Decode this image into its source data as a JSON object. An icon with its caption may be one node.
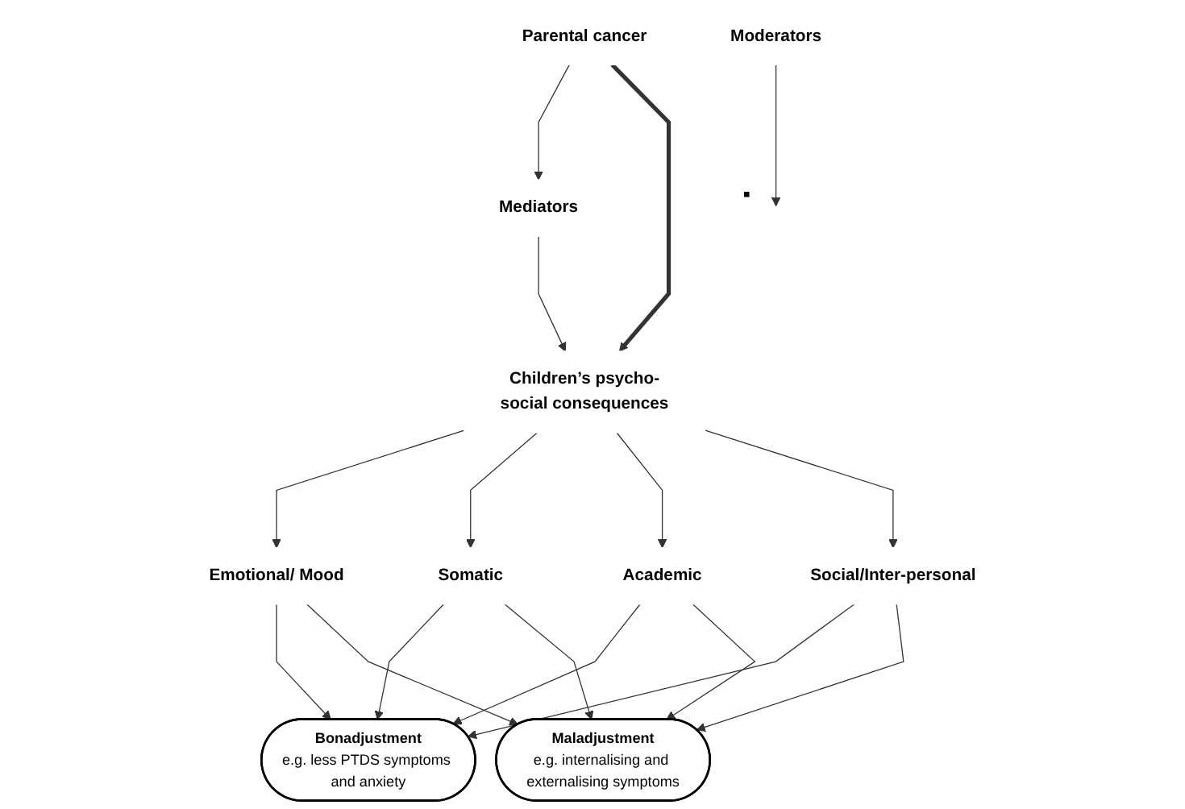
{
  "diagram": {
    "nodes": [
      {
        "text": [
          "Mediators"
        ]
      },
      {
        "text": [
          "Parental cancer"
        ]
      },
      {
        "text": [
          "Children’s psycho-social consequences"
        ]
      },
      {
        "text": [
          "Moderators"
        ]
      },
      {
        "text": [
          "Emotional/ Mood"
        ]
      },
      {
        "text": [
          "Somatic"
        ]
      },
      {
        "text": [
          "Academic"
        ]
      },
      {
        "text": [
          "Social/Inter-personal"
        ]
      },
      {
        "text": [
          "Bonadjustment",
          "e.g. less PTDS symptoms and anxiety"
        ]
      },
      {
        "text": [
          "Maladjustment",
          "e.g. internalising and externalising symptoms"
        ]
      }
    ],
    "edges": [
      {
        "from": 1,
        "to": 0,
        "arrow": "to"
      },
      {
        "from": 0,
        "to": 2,
        "arrow": "to"
      },
      {
        "from": 1,
        "to": 2,
        "arrow": "to",
        "style": "thick"
      },
      {
        "from": 3,
        "to": null,
        "arrow": "to"
      },
      {
        "from": 2,
        "to": 4,
        "arrow": "to"
      },
      {
        "from": 2,
        "to": 5,
        "arrow": "to"
      },
      {
        "from": 2,
        "to": 6,
        "arrow": "to"
      },
      {
        "from": 2,
        "to": 7,
        "arrow": "to"
      },
      {
        "from": 4,
        "to": 8,
        "arrow": "to"
      },
      {
        "from": 4,
        "to": 9,
        "arrow": "to"
      },
      {
        "from": 5,
        "to": 8,
        "arrow": "to"
      },
      {
        "from": 5,
        "to": 9,
        "arrow": "to"
      },
      {
        "from": 6,
        "to": 8,
        "arrow": "to"
      },
      {
        "from": 6,
        "to": 9,
        "arrow": "to"
      },
      {
        "from": 7,
        "to": 8,
        "arrow": "to"
      },
      {
        "from": 7,
        "to": 9,
        "arrow": "to"
      }
    ]
  }
}
